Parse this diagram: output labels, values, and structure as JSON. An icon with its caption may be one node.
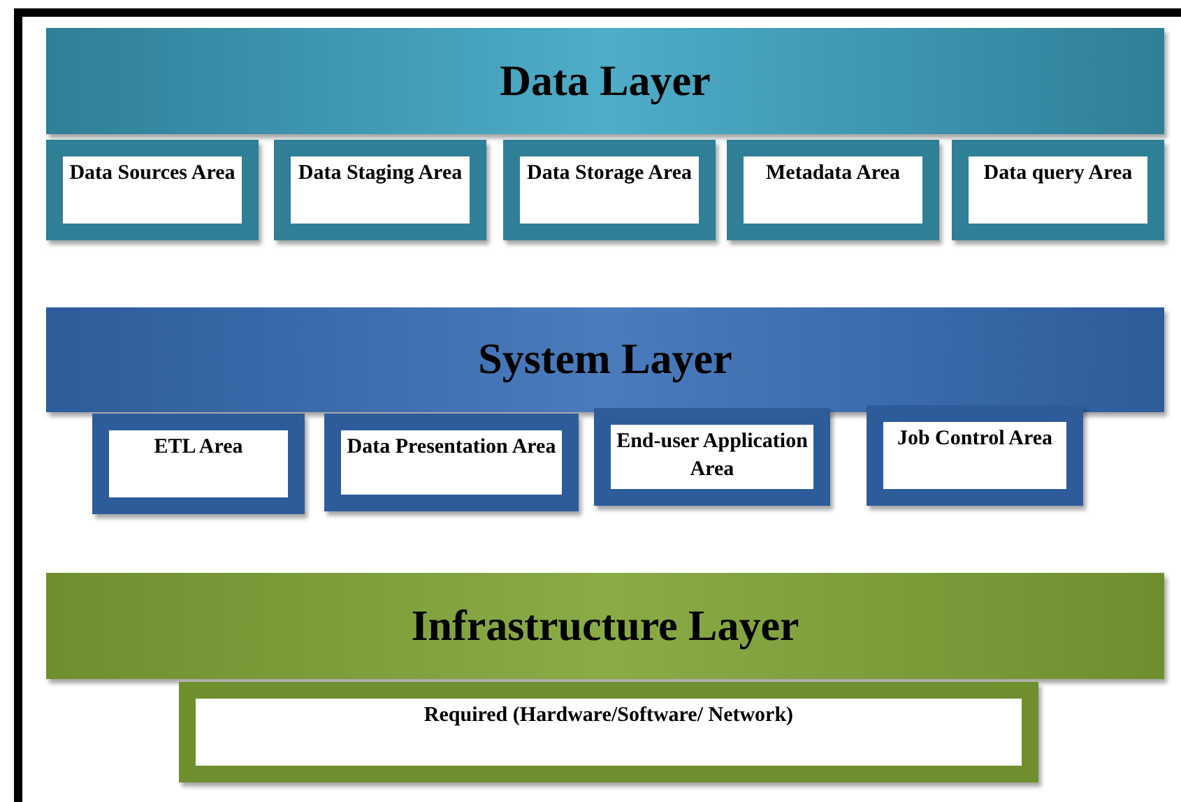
{
  "diagram": {
    "nodes": [
      {
        "text": [
          "Data Layer"
        ]
      },
      {
        "text": [
          "Data Sources Area"
        ]
      },
      {
        "text": [
          "Data Staging Area"
        ]
      },
      {
        "text": [
          "Data Storage Area"
        ]
      },
      {
        "text": [
          "Metadata Area"
        ]
      },
      {
        "text": [
          "Data query Area"
        ]
      },
      {
        "text": [
          "System Layer"
        ]
      },
      {
        "text": [
          "ETL Area"
        ]
      },
      {
        "text": [
          "Data Presentation Area"
        ]
      },
      {
        "text": [
          "End-user Application Area"
        ]
      },
      {
        "text": [
          "Job Control Area"
        ]
      },
      {
        "text": [
          "Infrastructure Layer"
        ]
      },
      {
        "text": [
          "Required (Hardware/Software/ Network)"
        ]
      }
    ]
  }
}
